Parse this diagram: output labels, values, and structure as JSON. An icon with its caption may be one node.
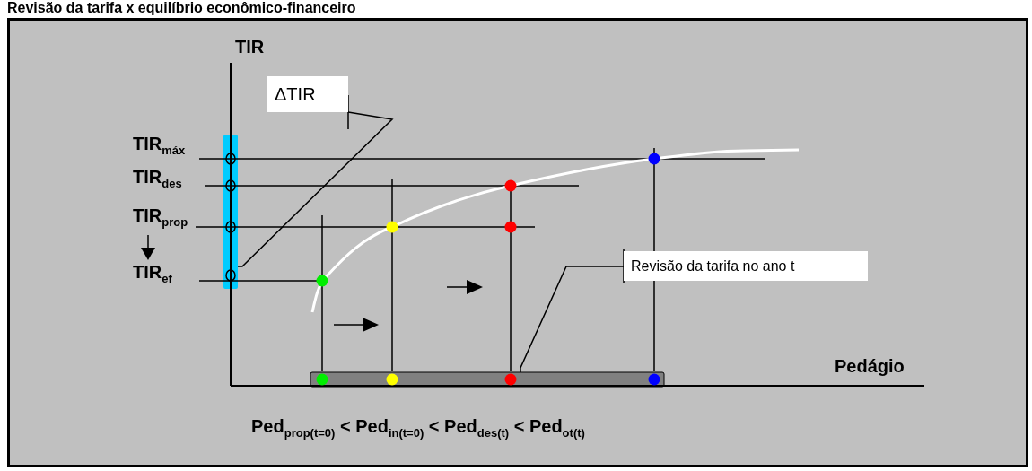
{
  "diagram": {
    "title": "Revisão da tarifa x equilíbrio econômico-financeiro",
    "nodes": [
      {
        "text": [
          "ΔTIR"
        ]
      },
      {
        "text": [],
        "shape": "bar"
      },
      {
        "text": [
          "Revisão da tarifa no ano t"
        ]
      },
      {
        "text": [],
        "shape": "bar"
      }
    ],
    "edges": [
      {
        "from": 0,
        "to": 1,
        "arrow": "other"
      },
      {
        "from": 2,
        "to": 3,
        "arrow": "other"
      }
    ],
    "labels": [
      "TIR",
      "TIR$_{máx}$",
      "TIR$_{des}$",
      "TIR$_{prop}$",
      "TIR$_{ef}$",
      "Pedágio",
      "Ped$_{prop(t=0)}$ < Ped$_{in(t=0)}$ < Ped$_{des(t)}$ < Ped$_{ot(t)}$"
    ]
  }
}
